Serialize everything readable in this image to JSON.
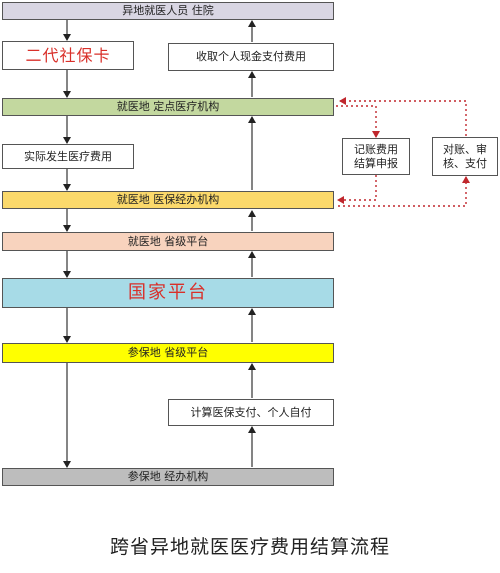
{
  "nodes": {
    "patient": "异地就医人员 住院",
    "card": "二代社保卡",
    "collect_cash": "收取个人现金支付费用",
    "designated_institution": "就医地  定点医疗机构",
    "actual_cost": "实际发生医疗费用",
    "treatment_agency": "就医地  医保经办机构",
    "treatment_provincial": "就医地  省级平台",
    "national": "国家平台",
    "insured_provincial": "参保地  省级平台",
    "calculate": "计算医保支付、个人自付",
    "insured_agency": "参保地  经办机构",
    "billing_line1": "记账费用",
    "billing_line2": "结算申报",
    "reconcile_line1": "对账、审",
    "reconcile_line2": "核、支付"
  },
  "colors": {
    "patient_fill": "#d9d6e3",
    "card_fill": "#ffffff",
    "designated_fill": "#c3d89f",
    "agency_fill": "#fbd96b",
    "treatment_provincial_fill": "#f8d3be",
    "national_fill": "#a7dbe7",
    "insured_provincial_fill": "#ffff00",
    "insured_agency_fill": "#bdbdbd",
    "title_red": "#d9302a",
    "dotted_red": "#c0272d"
  },
  "caption": "跨省异地就医医疗费用结算流程"
}
